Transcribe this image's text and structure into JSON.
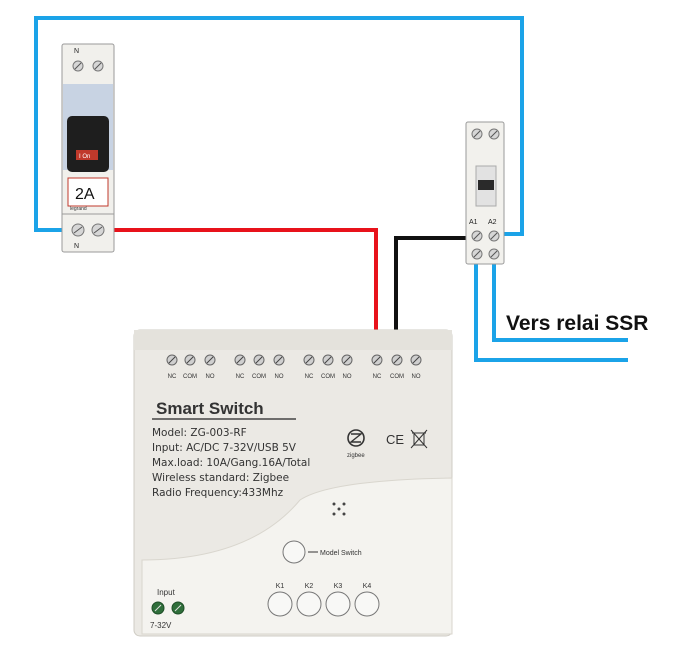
{
  "breaker": {
    "top_label": "N",
    "bottom_label": "N",
    "rating": "2A",
    "switch_text": "I On",
    "brand": "legrand"
  },
  "contactor": {
    "terminal_a1": "A1",
    "terminal_a2": "A2"
  },
  "caption": "Vers relai SSR",
  "module": {
    "title": "Smart  Switch",
    "model_line": "Model:  ZG-003-RF",
    "input_line": "Input:  AC/DC 7-32V/USB 5V",
    "maxload_line": "Max.load:  10A/Gang.16A/Total",
    "wireless_line": "Wireless standard:  Zigbee",
    "radio_line": "Radio Frequency:433Mhz",
    "zigbee_label": "zigbee",
    "ce_mark": "CE",
    "model_switch_label": "Model Switch",
    "input_label": "Input",
    "voltage_label": "7-32V",
    "terminal_labels": [
      "NC",
      "COM",
      "NO",
      "NC",
      "COM",
      "NO",
      "NC",
      "COM",
      "NO",
      "NC",
      "COM",
      "NO"
    ],
    "key_labels": [
      "K1",
      "K2",
      "K3",
      "K4"
    ]
  },
  "colors": {
    "neutral_wire": "#1ba3e8",
    "phase_wire": "#e8121b",
    "common_wire": "#111111",
    "housing": "#ebe9e4"
  }
}
